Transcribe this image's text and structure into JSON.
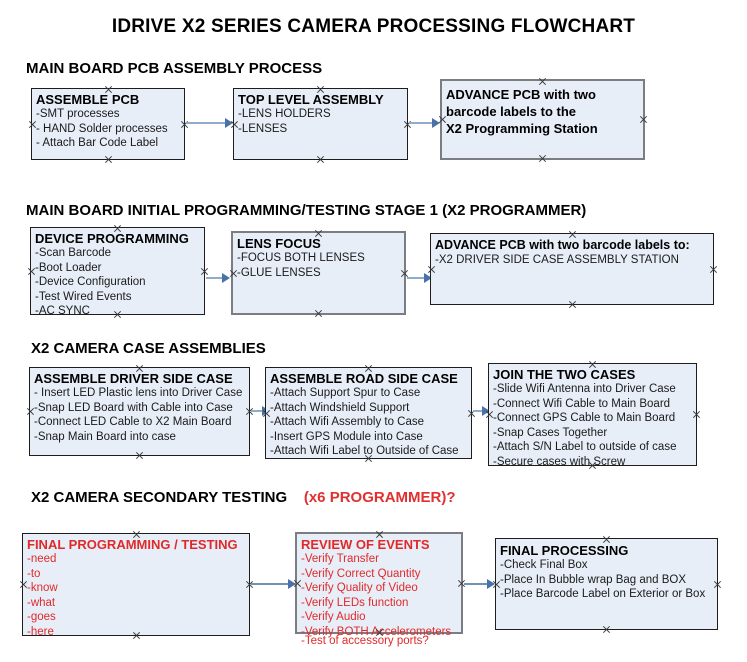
{
  "document": {
    "title": "IDRIVE X2  SERIES CAMERA PROCESSING FLOWCHART",
    "accent_red": "#e02a2a",
    "box_fill": "#e8eef8",
    "connector_color": "#8faccb"
  },
  "sections": [
    {
      "id": "s1",
      "title": "MAIN BOARD PCB ASSEMBLY PROCESS"
    },
    {
      "id": "s2",
      "title": "MAIN BOARD INITIAL PROGRAMMING/TESTING STAGE 1 (X2 PROGRAMMER)"
    },
    {
      "id": "s3",
      "title": "X2 CAMERA CASE ASSEMBLIES"
    },
    {
      "id": "s4",
      "title": "X2 CAMERA SECONDARY TESTING",
      "accent": "(x6 PROGRAMMER)?"
    }
  ],
  "boxes": {
    "assemble_pcb": {
      "title": "ASSEMBLE PCB",
      "lines": [
        " -SMT processes",
        "- HAND Solder processes",
        "- Attach Bar Code Label"
      ]
    },
    "top_level_assembly": {
      "title": "TOP LEVEL ASSEMBLY",
      "lines": [
        "-LENS HOLDERS",
        "-LENSES"
      ]
    },
    "advance_pcb_1": {
      "title_lines": [
        "ADVANCE PCB with two",
        "barcode labels to the",
        " X2 Programming Station"
      ],
      "lines": []
    },
    "device_programming": {
      "title": "DEVICE PROGRAMMING",
      "lines": [
        "-Scan Barcode",
        "-Boot Loader",
        "-Device Configuration",
        "-Test Wired Events",
        "-AC SYNC"
      ]
    },
    "lens_focus": {
      "title": "LENS FOCUS",
      "lines": [
        "-FOCUS BOTH LENSES",
        "-GLUE LENSES"
      ]
    },
    "advance_pcb_2": {
      "title": "ADVANCE PCB with two barcode labels to:",
      "lines": [
        "-X2 DRIVER  SIDE  CASE  ASSEMBLY STATION"
      ]
    },
    "driver_side_case": {
      "title": "ASSEMBLE DRIVER SIDE CASE",
      "lines": [
        "- Insert LED Plastic lens into Driver Case",
        "-Snap LED Board with Cable into Case",
        "-Connect LED Cable to X2 Main Board",
        "-Snap Main Board into case"
      ]
    },
    "road_side_case": {
      "title": "ASSEMBLE ROAD SIDE CASE",
      "lines": [
        "-Attach Support Spur to Case",
        "-Attach Windshield Support",
        "-Attach Wifi Assembly to Case",
        "-Insert GPS Module into Case",
        "-Attach Wifi Label to Outside of Case"
      ]
    },
    "join_two_cases": {
      "title": "JOIN THE TWO CASES",
      "lines": [
        "-Slide Wifi Antenna into Driver Case",
        "-Connect Wifi Cable to Main Board",
        "-Connect GPS Cable to Main Board",
        "-Snap Cases Together",
        "-Attach S/N Label to outside of case",
        "-Secure cases with Screw"
      ]
    },
    "final_programming": {
      "title": "FINAL PROGRAMMING / TESTING",
      "lines": [
        "-need",
        "-to",
        "-know",
        "-what",
        "-goes",
        "-here"
      ]
    },
    "review_of_events": {
      "title": "REVIEW OF EVENTS",
      "lines": [
        "-Verify Transfer",
        "-Verify Correct Quantity",
        "-Verify Quality of Video",
        "-Verify LEDs function",
        "-Verify Audio",
        "-Verify BOTH Accelerometers"
      ],
      "overflow_line": "-Test of accessory ports?"
    },
    "final_processing": {
      "title": "FINAL PROCESSING",
      "lines": [
        " -Check Final Box",
        "-Place In Bubble wrap Bag and BOX",
        "-Place Barcode Label on Exterior or Box"
      ]
    }
  }
}
